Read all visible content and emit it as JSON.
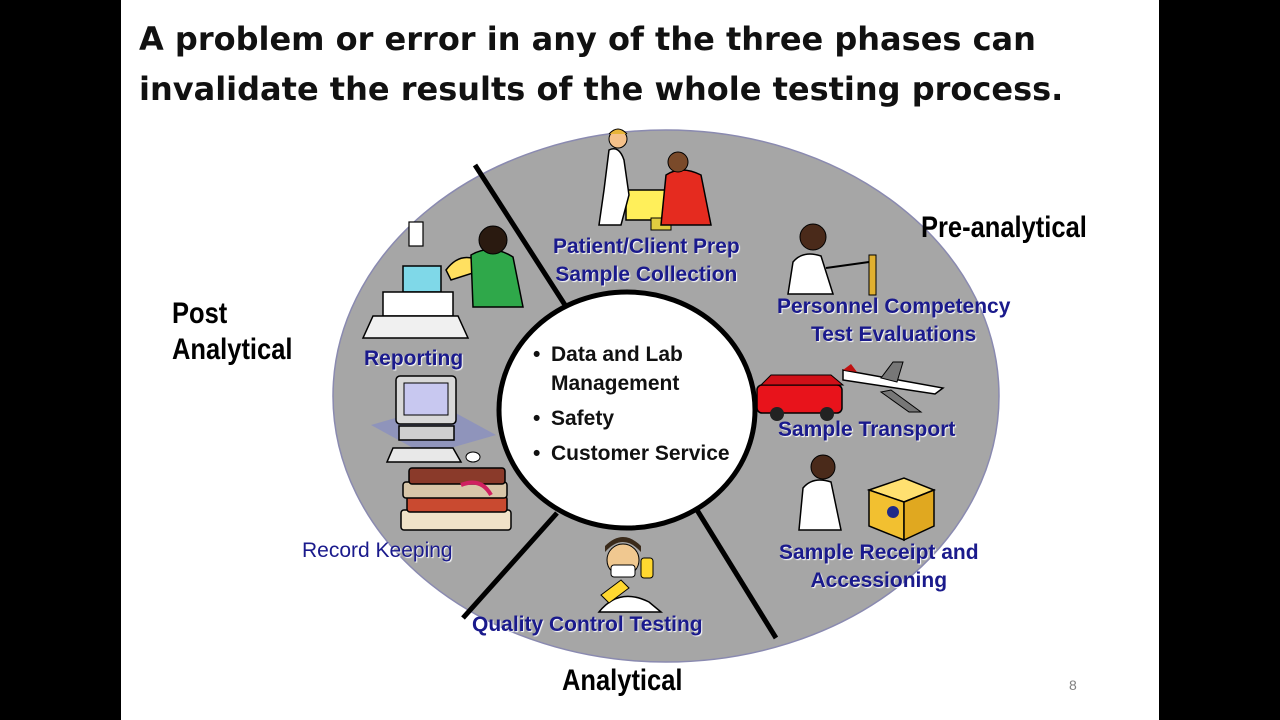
{
  "slide": {
    "title_line1": "A problem or error in any of the three phases can",
    "title_line2": "invalidate the results of the whole testing process.",
    "page_number": "8"
  },
  "phases": {
    "pre": "Pre-analytical",
    "post_line1": "Post",
    "post_line2": "Analytical",
    "analytical": "Analytical"
  },
  "labels": {
    "patient_prep_line1": "Patient/Client Prep",
    "patient_prep_line2": "Sample Collection",
    "personnel_line1": "Personnel Competency",
    "personnel_line2": "Test Evaluations",
    "transport": "Sample Transport",
    "receipt_line1": "Sample Receipt and",
    "receipt_line2": "Accessioning",
    "quality": "Quality Control Testing",
    "record": "Record Keeping",
    "reporting": "Reporting"
  },
  "center_items": [
    "Data and Lab Management",
    "Safety",
    "Customer Service"
  ],
  "colors": {
    "circle_fill": "#a6a6a6",
    "label_blue": "#1a1a8c",
    "divider": "#000000"
  },
  "icons": {
    "patient_prep": "clinician-patient-icon",
    "personnel": "lab-technician-icon",
    "transport": "van-plane-icon",
    "receipt": "package-handling-icon",
    "quality": "scientist-mask-icon",
    "record": "book-stack-icon",
    "computer": "computer-icon",
    "reporting": "phone-fax-icon"
  }
}
